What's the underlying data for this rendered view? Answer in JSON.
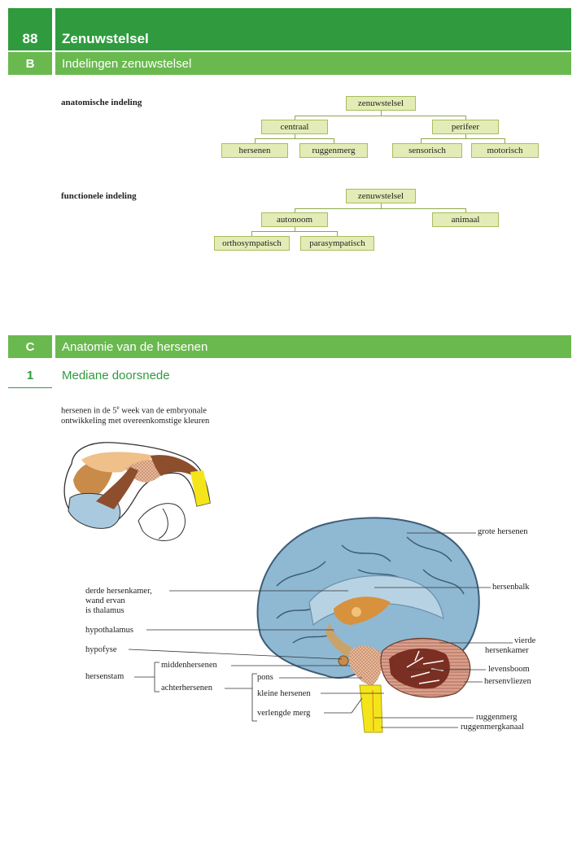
{
  "header": {
    "page_number": "88",
    "title": "Zenuwstelsel"
  },
  "section_b": {
    "letter": "B",
    "title": "Indelingen zenuwstelsel"
  },
  "anatomic": {
    "label": "anatomische indeling",
    "root": "zenuwstelsel",
    "central": "centraal",
    "peripheral": "perifeer",
    "brain": "hersenen",
    "spinal": "ruggenmerg",
    "sensory": "sensorisch",
    "motor": "motorisch"
  },
  "functional": {
    "label": "functionele indeling",
    "root": "zenuwstelsel",
    "autonomic": "autonoom",
    "somatic": "animaal",
    "sympathetic": "orthosympatisch",
    "parasympathetic": "parasympatisch"
  },
  "section_c": {
    "letter": "C",
    "title": "Anatomie van de hersenen"
  },
  "section_1": {
    "number": "1",
    "title": "Mediane doorsnede"
  },
  "caption": {
    "line1_a": "hersenen in de 5",
    "line1_sup": "e",
    "line1_b": " week van de embryonale",
    "line2": "ontwikkeling met overeenkomstige kleuren"
  },
  "brain_labels": {
    "cerebrum": "grote hersenen",
    "corpus_callosum": "hersenbalk",
    "third_ventricle_1": "derde hersenkamer,",
    "third_ventricle_2": "wand ervan",
    "third_ventricle_3": "is thalamus",
    "hypothalamus": "hypothalamus",
    "pituitary": "hypofyse",
    "fourth_ventricle_1": "vierde",
    "fourth_ventricle_2": "hersenkamer",
    "brainstem": "hersenstam",
    "midbrain": "middenhersenen",
    "hindbrain": "achterhersenen",
    "arbor_vitae": "levensboom",
    "pons": "pons",
    "meninges": "hersenvliezen",
    "cerebellum": "kleine hersenen",
    "medulla": "verlengde merg",
    "spinal_cord": "ruggenmerg",
    "central_canal": "ruggenmergkanaal"
  },
  "colors": {
    "header_green": "#2f9b3e",
    "sub_green": "#6ab94f",
    "box_fill": "#e3ecb6",
    "box_border": "#a9bc5e"
  }
}
